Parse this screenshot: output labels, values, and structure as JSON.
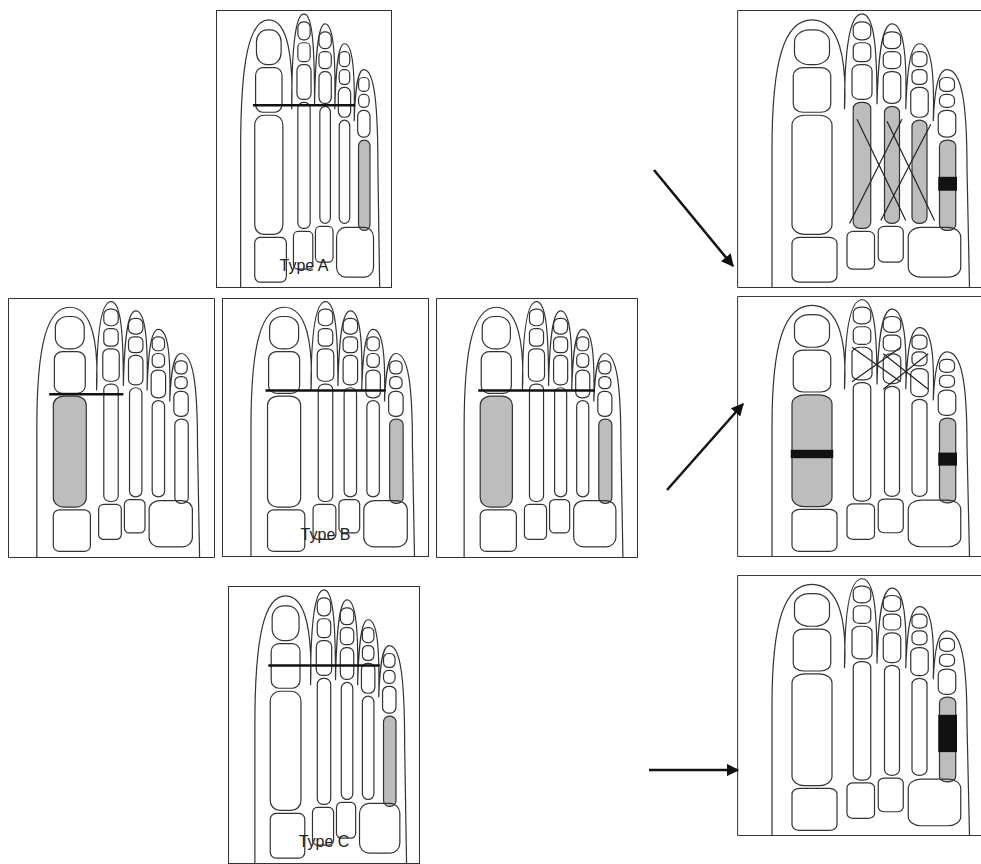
{
  "diagram": {
    "nodes": [
      {
        "text": [
          "Type A"
        ]
      },
      {
        "text": [
          "Type B"
        ]
      },
      {
        "text": [
          "Type C"
        ]
      }
    ]
  }
}
